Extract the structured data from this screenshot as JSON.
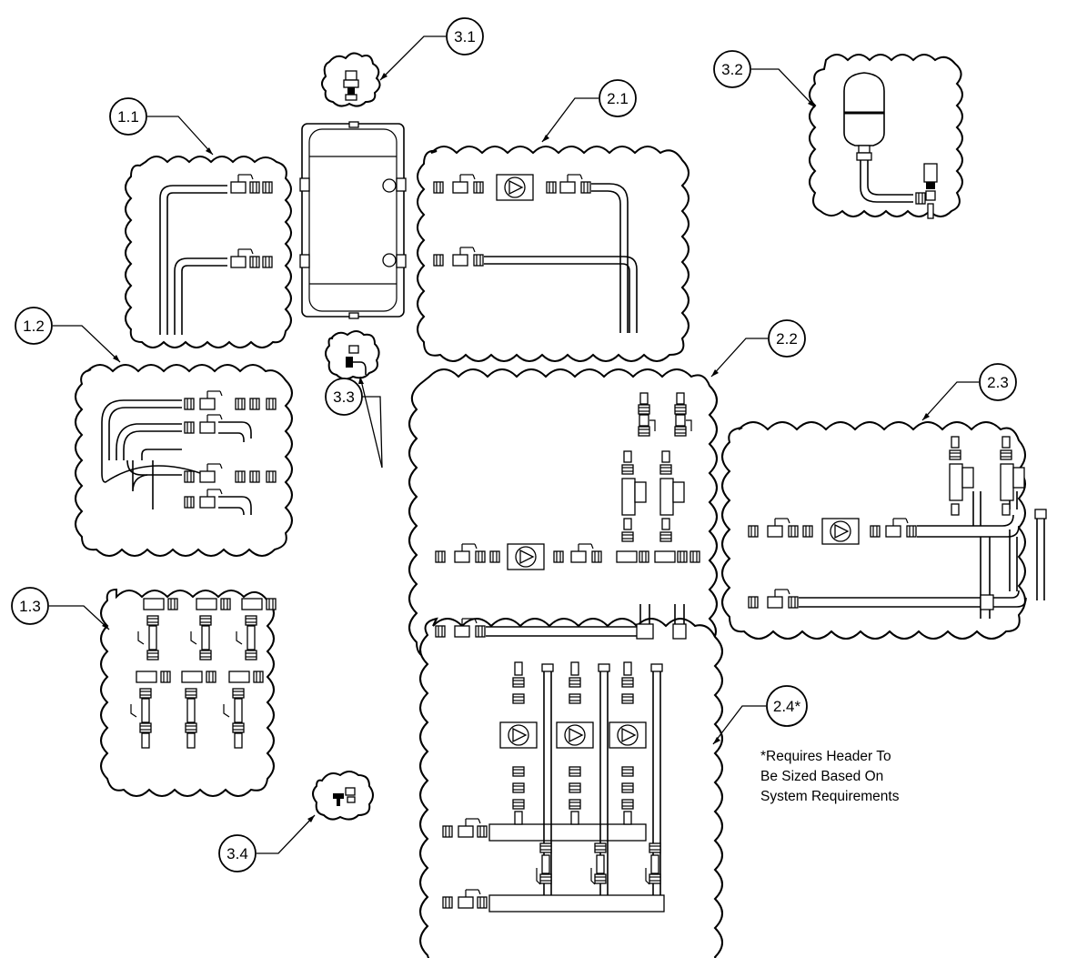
{
  "diagram": {
    "callouts": [
      {
        "id": "1.1",
        "label": "1.1"
      },
      {
        "id": "1.2",
        "label": "1.2"
      },
      {
        "id": "1.3",
        "label": "1.3"
      },
      {
        "id": "2.1",
        "label": "2.1"
      },
      {
        "id": "2.2",
        "label": "2.2"
      },
      {
        "id": "2.3",
        "label": "2.3"
      },
      {
        "id": "2.4",
        "label": "2.4*"
      },
      {
        "id": "3.1",
        "label": "3.1"
      },
      {
        "id": "3.2",
        "label": "3.2"
      },
      {
        "id": "3.3",
        "label": "3.3"
      },
      {
        "id": "3.4",
        "label": "3.4"
      }
    ],
    "note_lines": [
      "*Requires Header To",
      "Be Sized Based On",
      "System Requirements"
    ]
  }
}
